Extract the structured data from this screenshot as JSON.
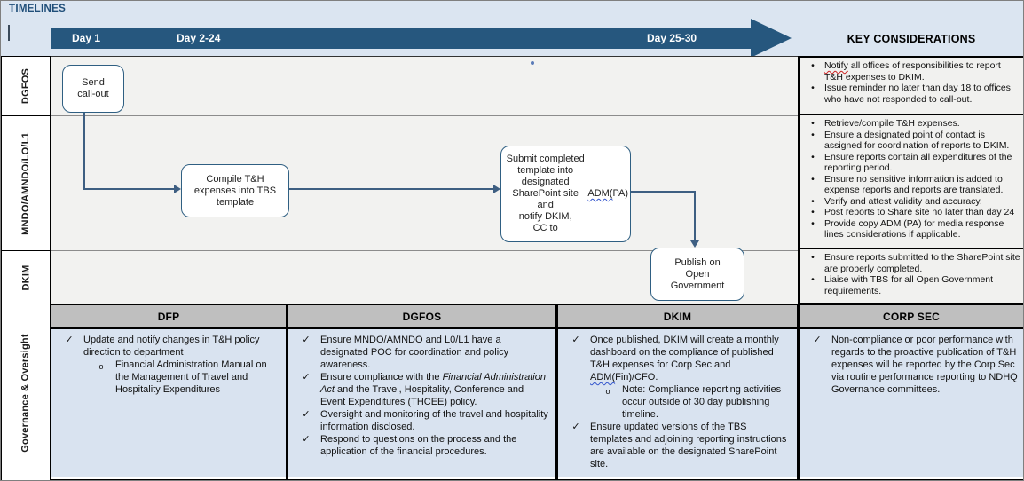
{
  "header": {
    "title": "TIMELINES",
    "key_considerations_title": "KEY CONSIDERATIONS",
    "timeline_labels": [
      "Day 1",
      "Day 2-24",
      "Day 25-30"
    ]
  },
  "colors": {
    "accent_blue": "#26577E",
    "band_light_blue": "#DBE5F1",
    "lane_gray": "#F2F2F0",
    "column_header_gray": "#BFBFBF",
    "column_body_blue": "#D9E3F0",
    "box_border_blue": "#2F5F82"
  },
  "lanes": [
    {
      "label": "DGFOS",
      "considerations": [
        {
          "m": "bullet",
          "ind": 0,
          "seg": [
            {
              "t": "Notify",
              "s": "rsq"
            },
            {
              "t": " all offices of responsibilities to report T&H expenses to DKIM."
            }
          ]
        },
        {
          "m": "bullet",
          "ind": 0,
          "seg": [
            {
              "t": "Issue reminder no later than day 18 to offices who have not responded to call-out."
            }
          ]
        }
      ]
    },
    {
      "label": "MNDO/AMNDO/LO/L1",
      "considerations": [
        {
          "m": "bullet",
          "ind": 0,
          "seg": [
            {
              "t": "Retrieve/compile T&H expenses."
            }
          ]
        },
        {
          "m": "bullet",
          "ind": 0,
          "seg": [
            {
              "t": "Ensure a designated point of contact is assigned for coordination of reports to DKIM."
            }
          ]
        },
        {
          "m": "bullet",
          "ind": 0,
          "seg": [
            {
              "t": "Ensure reports contain all expenditures of the reporting period."
            }
          ]
        },
        {
          "m": "bullet",
          "ind": 0,
          "seg": [
            {
              "t": "Ensure no sensitive information is added to expense reports and reports are translated."
            }
          ]
        },
        {
          "m": "bullet",
          "ind": 0,
          "seg": [
            {
              "t": "Verify and attest validity and accuracy."
            }
          ]
        },
        {
          "m": "bullet",
          "ind": 0,
          "seg": [
            {
              "t": "Post reports to Share site no later than day 24"
            }
          ]
        },
        {
          "m": "bullet",
          "ind": 0,
          "seg": [
            {
              "t": "Provide copy ADM (PA) for media response lines considerations if applicable."
            }
          ]
        }
      ]
    },
    {
      "label": "DKIM",
      "considerations": [
        {
          "m": "bullet",
          "ind": 0,
          "seg": [
            {
              "t": "Ensure reports submitted to the SharePoint site are properly completed."
            }
          ]
        },
        {
          "m": "bullet",
          "ind": 0,
          "seg": [
            {
              "t": "Liaise with TBS for all Open Government requirements."
            }
          ]
        }
      ]
    }
  ],
  "boxes": [
    {
      "name": "send-callout",
      "seg": [
        {
          "t": "Send\ncall-out"
        }
      ]
    },
    {
      "name": "compile-expenses",
      "seg": [
        {
          "t": "Compile T&H\nexpenses into TBS\ntemplate"
        }
      ]
    },
    {
      "name": "submit-template",
      "seg": [
        {
          "t": "Submit completed\ntemplate into\ndesignated\nSharePoint site and\nnotify DKIM,\nCC to "
        },
        {
          "t": "ADM(",
          "s": "bsq"
        },
        {
          "t": "PA)"
        }
      ]
    },
    {
      "name": "publish-open-government",
      "seg": [
        {
          "t": "Publish on\nOpen\nGovernment"
        }
      ]
    }
  ],
  "governance": {
    "label": "Governance & Oversight",
    "columns": [
      {
        "header": "DFP",
        "items": [
          {
            "m": "check",
            "ind": 0,
            "seg": [
              {
                "t": "Update and notify changes in T&H policy direction to department"
              }
            ]
          },
          {
            "m": "circle",
            "ind": 1,
            "seg": [
              {
                "t": "Financial Administration Manual on the Management of Travel and Hospitality Expenditures"
              }
            ]
          }
        ]
      },
      {
        "header": "DGFOS",
        "items": [
          {
            "m": "check",
            "ind": 0,
            "seg": [
              {
                "t": "Ensure MNDO/AMNDO and L0/L1 have a designated POC for coordination and policy awareness."
              }
            ]
          },
          {
            "m": "check",
            "ind": 0,
            "seg": [
              {
                "t": "Ensure compliance with the "
              },
              {
                "t": "Financial Administration Act",
                "s": "i"
              },
              {
                "t": " and the Travel, Hospitality, Conference and Event Expenditures (THCEE) policy."
              }
            ]
          },
          {
            "m": "check",
            "ind": 0,
            "seg": [
              {
                "t": "Oversight and monitoring of the travel and hospitality information disclosed."
              }
            ]
          },
          {
            "m": "check",
            "ind": 0,
            "seg": [
              {
                "t": "Respond to questions on the process and the application of the financial procedures."
              }
            ]
          }
        ]
      },
      {
        "header": "DKIM",
        "items": [
          {
            "m": "check",
            "ind": 0,
            "seg": [
              {
                "t": "Once published, DKIM will create a monthly dashboard on the compliance of published T&H expenses for Corp Sec and "
              },
              {
                "t": "ADM(",
                "s": "bsq"
              },
              {
                "t": "Fin)/CFO."
              }
            ]
          },
          {
            "m": "circle",
            "ind": 1,
            "seg": [
              {
                "t": "Note: Compliance reporting activities occur outside of 30 day publishing timeline."
              }
            ]
          },
          {
            "m": "check",
            "ind": 0,
            "seg": [
              {
                "t": "Ensure updated versions of the TBS templates and adjoining reporting instructions are available on the designated SharePoint site."
              }
            ]
          }
        ]
      },
      {
        "header": "CORP SEC",
        "items": [
          {
            "m": "check",
            "ind": 0,
            "seg": [
              {
                "t": "Non-compliance or poor performance with regards to the proactive publication of T&H expenses will be reported by the Corp Sec via routine performance reporting to NDHQ Governance committees."
              }
            ]
          }
        ]
      }
    ]
  }
}
